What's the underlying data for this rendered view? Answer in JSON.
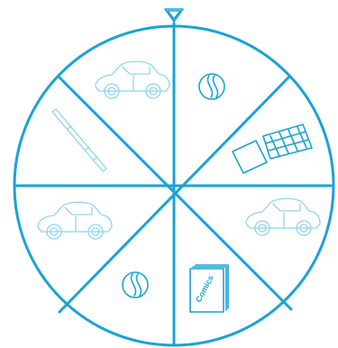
{
  "wheel": {
    "segment_count": 8,
    "colors": {
      "line": "#1aa3d6",
      "pale_prize": "#8fd4ee",
      "background": "#ffffff"
    },
    "pointer_icon": "triangle-pointer-icon",
    "prizes": [
      {
        "segment": "top-right-upper",
        "icon": "coffee-bean-icon",
        "faded": false
      },
      {
        "segment": "top-right-lower",
        "icon": "chocolate-bar-icon",
        "faded": false
      },
      {
        "segment": "bottom-right-upper",
        "icon": "toy-car-icon",
        "faded": true
      },
      {
        "segment": "bottom-right-lower",
        "icon": "comics-book-icon",
        "faded": false,
        "label": "Comics"
      },
      {
        "segment": "bottom-left-lower",
        "icon": "coffee-bean-icon",
        "faded": false
      },
      {
        "segment": "bottom-left-upper",
        "icon": "toy-car-icon",
        "faded": true
      },
      {
        "segment": "top-left-lower",
        "icon": "pen-icon",
        "faded": true
      },
      {
        "segment": "top-left-upper",
        "icon": "toy-car-icon",
        "faded": true
      }
    ]
  }
}
